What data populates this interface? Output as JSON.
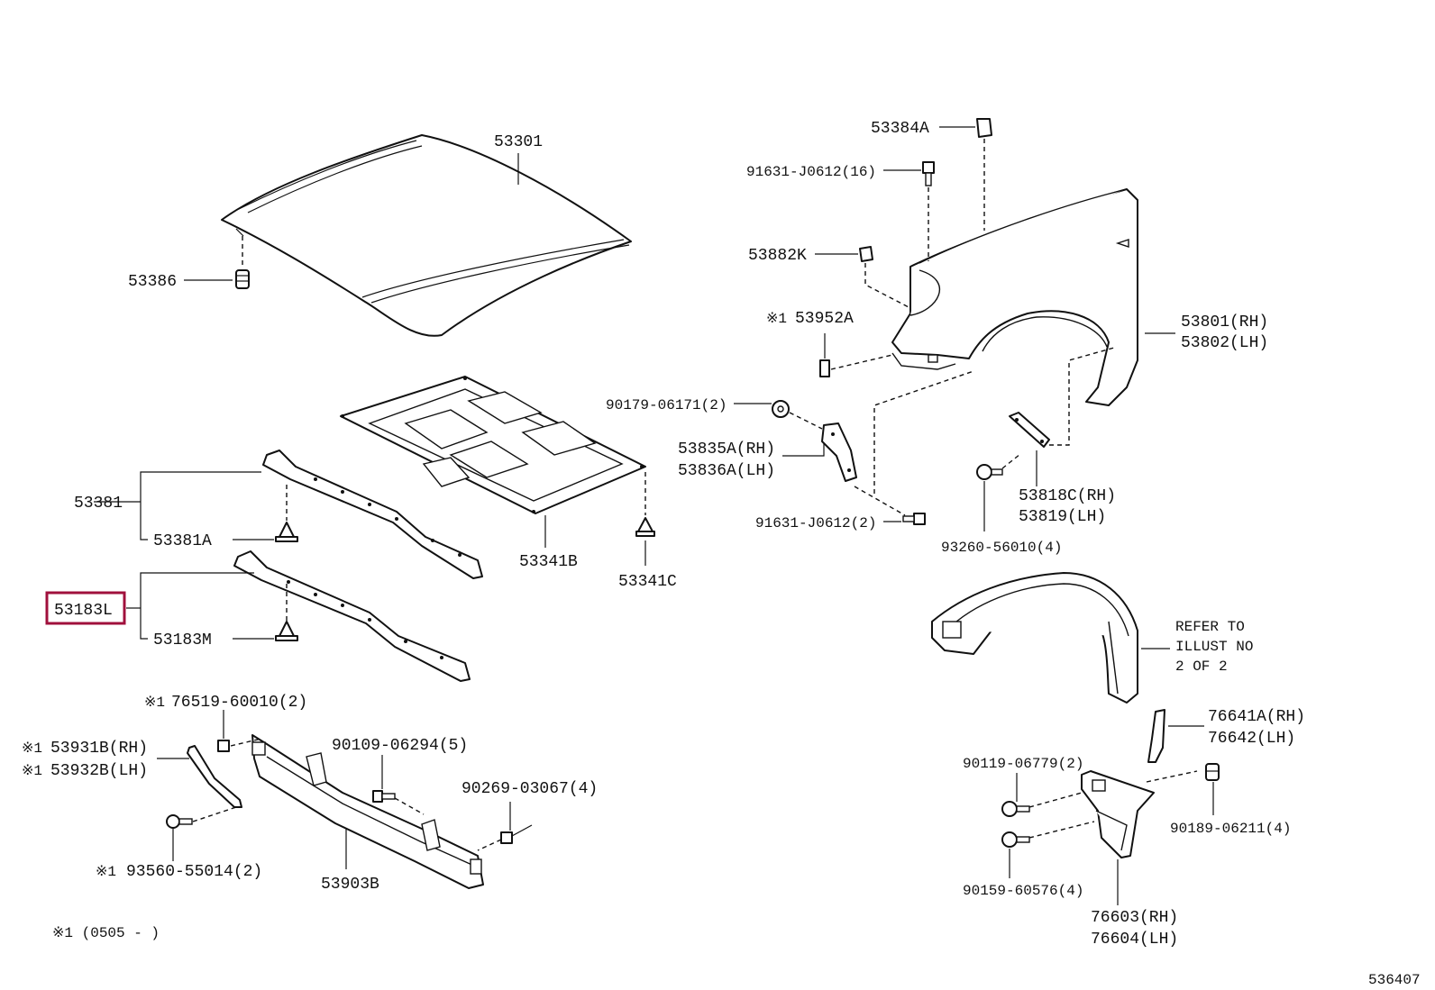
{
  "labels": {
    "hood": "53301",
    "hood_cushion": "53386",
    "hood_insulator": "53341B",
    "insulator_clip": "53341C",
    "seal_upper": "53381",
    "seal_upper_clip": "53381A",
    "seal_lower": "53183L",
    "seal_lower_clip": "53183M",
    "radiator_support_cover": "53903B",
    "nut_76519": "76519-60010(2)",
    "moulding_rh": "53931B(RH)",
    "moulding_lh": "53932B(LH)",
    "bolt_90109": "90109-06294(5)",
    "clip_90269": "90269-03067(4)",
    "screw_93560": "93560-55014(2)",
    "fender_guard": "53384A",
    "bolt_91631_16": "91631-J0612(16)",
    "pad_53882k": "53882K",
    "clip_53952a": "53952A",
    "fender_rh": "53801(RH)",
    "fender_lh": "53802(LH)",
    "nut_90179": "90179-06171(2)",
    "bracket_rh": "53835A(RH)",
    "bracket_lh": "53836A(LH)",
    "bolt_91631_2": "91631-J0612(2)",
    "bolt_93260": "93260-56010(4)",
    "brace_rh": "53818C(RH)",
    "brace_lh": "53819(LH)",
    "refer_1": "REFER TO",
    "refer_2": "ILLUST NO",
    "refer_3": "2 OF 2",
    "mudguard_bracket_rh": "76641A(RH)",
    "mudguard_bracket_lh": "76642(LH)",
    "screw_90119": "90119-06779(2)",
    "clip_90189": "90189-06211(4)",
    "screw_90159": "90159-60576(4)",
    "mudguard_rh": "76603(RH)",
    "mudguard_lh": "76604(LH)",
    "note_marker": "※1",
    "footnote": "※1 (0505 -     )",
    "figure_number": "536407"
  },
  "highlight_color": "#a0103c"
}
